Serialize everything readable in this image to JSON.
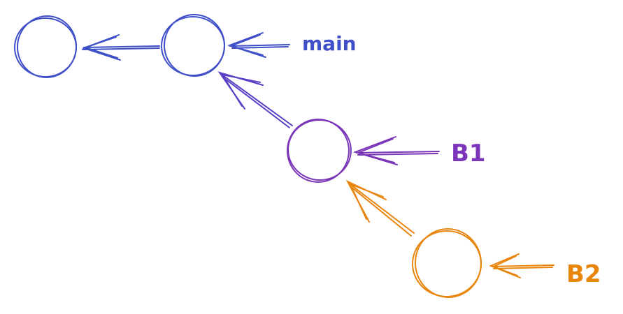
{
  "colors": {
    "main": "#3f4fc7",
    "b1": "#7b35b8",
    "b2": "#e8850d",
    "b1_link": "#5a3fc4",
    "b2_link": "#e8850d"
  },
  "labels": {
    "main": "main",
    "b1": "B1",
    "b2": "B2"
  }
}
